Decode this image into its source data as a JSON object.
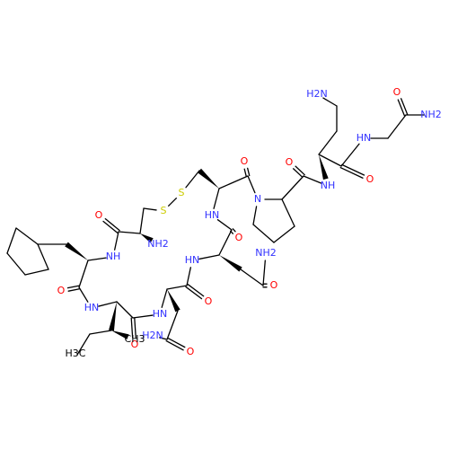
{
  "colors": {
    "bond": "#000000",
    "carbon": "#000000",
    "nitrogen": "#3232ff",
    "oxygen": "#ff0000",
    "sulfur": "#cccc00",
    "background": "#ffffff"
  },
  "labels": {
    "h2n_top": "H2N",
    "nh2_top_right": "NH2",
    "o_gly": "O",
    "nh_gly": "HN",
    "nh_dab": "NH",
    "o_dab": "O",
    "o_pro_amide": "O",
    "n_pro": "N",
    "o_cys2": "O",
    "s1": "S",
    "s2": "S",
    "nh_cys2": "HN",
    "o_asn_bb": "O",
    "nh2_asn": "NH2",
    "o_asn_side": "O",
    "o_cys1": "O",
    "nh2_cys1": "NH2",
    "hn_asn": "HN",
    "o_asn2_bb": "O",
    "nh_cpa": "NH",
    "o_cpa": "O",
    "hn_ile": "HN",
    "o_ile": "O",
    "hn_asn2": "HN",
    "h2n_asn2": "H2N",
    "o_asn2_side": "O",
    "ch3_ile": "CH3",
    "h3c_ile": "H3C"
  }
}
